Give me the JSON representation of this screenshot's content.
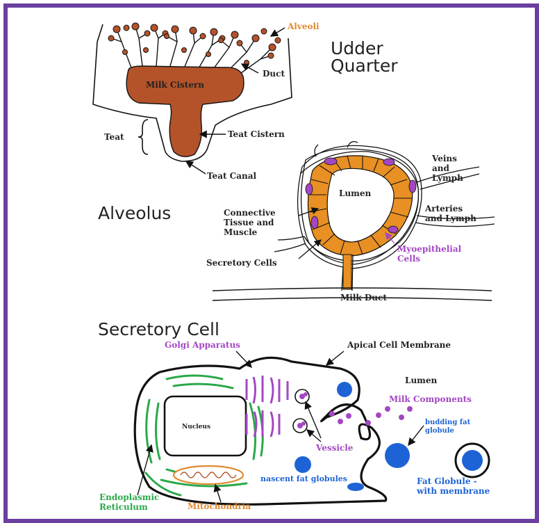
{
  "colors": {
    "frame": "#6a3fa0",
    "tissue": "#b4532a",
    "orange": "#e89024",
    "purple": "#a347c2",
    "green": "#2aa84a",
    "blue": "#1e63d6",
    "text_orange": "#e08a30"
  },
  "udder": {
    "title_line1": "Udder",
    "title_line2": "Quarter",
    "alveoli": "Alveoli",
    "duct": "Duct",
    "milk_cistern": "Milk Cistern",
    "teat": "Teat",
    "teat_cistern": "Teat Cistern",
    "teat_canal": "Teat Canal"
  },
  "alveolus": {
    "title": "Alveolus",
    "veins": [
      "Veins",
      "and",
      "Lymph"
    ],
    "lumen": "Lumen",
    "connective": [
      "Connective",
      "Tissue and",
      "Muscle"
    ],
    "arteries": [
      "Arteries",
      "and Lymph"
    ],
    "myoepithelial": [
      "Myoepithelial",
      "Cells"
    ],
    "secretory_cells": "Secretory Cells",
    "milk_duct": "Milk Duct"
  },
  "cell": {
    "title": "Secretory Cell",
    "golgi": "Golgi Apparatus",
    "apical": "Apical Cell Membrane",
    "lumen": "Lumen",
    "milk_components": "Milk Components",
    "nucleus": "Nucleus",
    "budding": [
      "budding fat",
      "globule"
    ],
    "vessicle": "Vessicle",
    "nascent": "nascent fat globules",
    "fat_globule": [
      "Fat Globule -",
      "with membrane"
    ],
    "er": [
      "Endoplasmic",
      "Reticulum"
    ],
    "mitochondria": "Mitochondria"
  }
}
